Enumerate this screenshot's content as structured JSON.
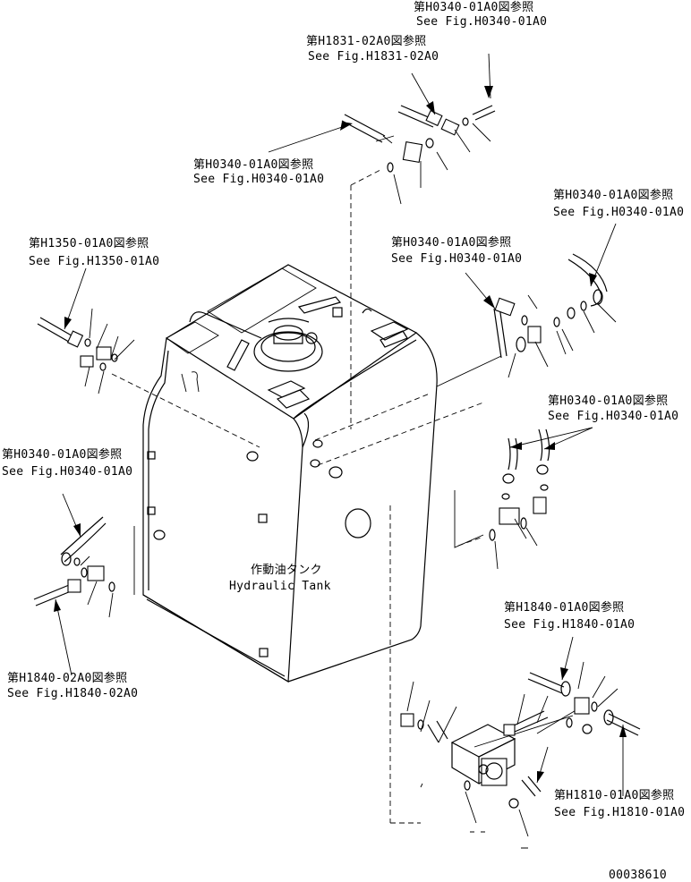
{
  "callouts": [
    {
      "jp": "第H0340-01A0図参照",
      "en": "See Fig.H0340-01A0"
    },
    {
      "jp": "第H1831-02A0図参照",
      "en": "See Fig.H1831-02A0"
    },
    {
      "jp": "第H0340-01A0図参照",
      "en": "See Fig.H0340-01A0"
    },
    {
      "jp": "第H0340-01A0図参照",
      "en": "See Fig.H0340-01A0"
    },
    {
      "jp": "第H1350-01A0図参照",
      "en": "See Fig.H1350-01A0"
    },
    {
      "jp": "第H0340-01A0図参照",
      "en": "See Fig.H0340-01A0"
    },
    {
      "jp": "第H0340-01A0図参照",
      "en": "See Fig.H0340-01A0"
    },
    {
      "jp": "第H0340-01A0図参照",
      "en": "See Fig.H0340-01A0"
    },
    {
      "jp": "第H1840-01A0図参照",
      "en": "See Fig.H1840-01A0"
    },
    {
      "jp": "第H1840-02A0図参照",
      "en": "See Fig.H1840-02A0"
    },
    {
      "jp": "第H1810-01A0図参照",
      "en": "See Fig.H1810-01A0"
    }
  ],
  "tank": {
    "jp": "作動油タンク",
    "en": "Hydraulic Tank"
  },
  "drawing_number": "00038610"
}
